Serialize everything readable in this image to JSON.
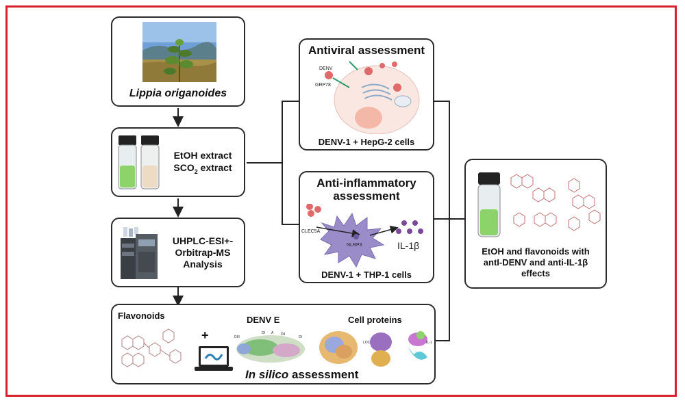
{
  "plant": {
    "name": "Lippia origanoides"
  },
  "extract": {
    "line1": "EtOH extract",
    "line2_prefix": "SCO",
    "line2_sub": "2",
    "line2_suffix": " extract"
  },
  "analysis": {
    "line1": "UHPLC-ESI+-",
    "line2": "Orbitrap-MS",
    "line3": "Analysis"
  },
  "insilico": {
    "flavonoids_label": "Flavonoids",
    "plus": "+",
    "denv_e_label": "DENV E",
    "cell_proteins_label": "Cell proteins",
    "footer_italic": "In silico",
    "footer_rest": " assessment",
    "domain_labels": [
      "DIII",
      "DI",
      "DII",
      "A",
      "DI"
    ],
    "protein_labels": [
      "LOC",
      "IL-1"
    ]
  },
  "antiviral": {
    "title": "Antiviral assessment",
    "denv_label": "DENV",
    "receptor_label": "GRP78",
    "footer": "DENV-1 + HepG-2 cells"
  },
  "antiinflammatory": {
    "title_line1": "Anti-inflammatory",
    "title_line2": "assessment",
    "receptor_label": "CLEC5A",
    "inflammasome_label": "NLRP3",
    "cytokine_label": "IL-1β",
    "footer": "DENV-1 + THP-1 cells"
  },
  "result": {
    "line1": "EtOH and flavonoids with",
    "line2": "antI-DENV and anti-IL-1β",
    "line3": "effects"
  },
  "colors": {
    "frame": "#d8202c",
    "vial_green": "#8cd36a",
    "vial_beige": "#ecdcc4",
    "virus_red": "#e06a6a",
    "cell_purple": "#9a8cc8",
    "il1b_purple": "#7a4a9a"
  }
}
